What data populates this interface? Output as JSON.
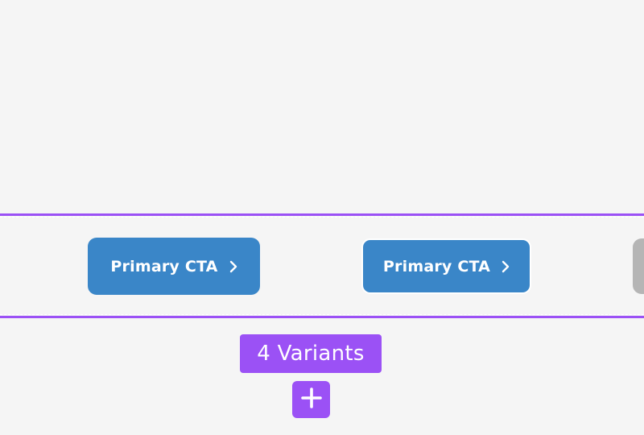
{
  "variants": {
    "items": [
      {
        "label": "Primary CTA",
        "icon": "chevron-right-icon"
      },
      {
        "label": "Primary CTA",
        "icon": "chevron-right-icon"
      }
    ],
    "count_label": "4 Variants",
    "add_icon": "plus-icon"
  },
  "colors": {
    "canvas_background": "#f5f5f5",
    "button_primary": "#3a86c8",
    "selection_accent": "#9b51f5",
    "partial_variant": "#b5b5b5"
  }
}
